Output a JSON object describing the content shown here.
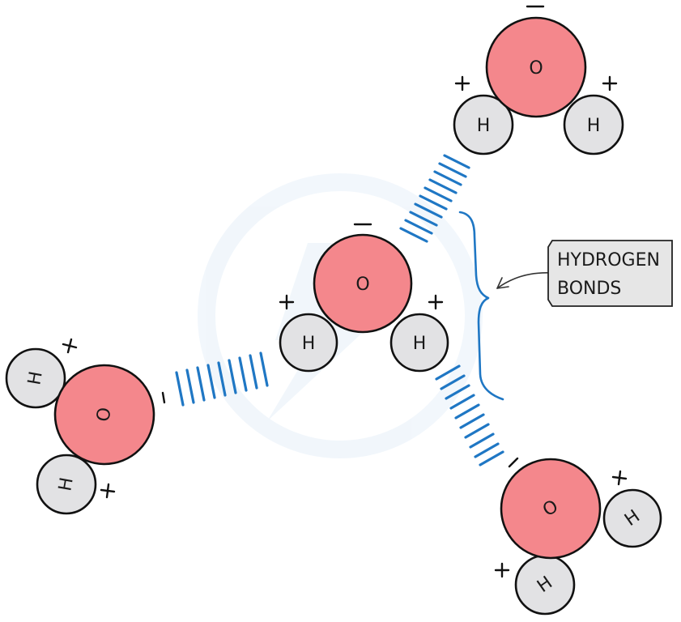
{
  "label": {
    "line1": "HYDROGEN",
    "line2": "BONDS"
  },
  "atoms": {
    "oxygen": "O",
    "hydrogen": "H"
  },
  "colors": {
    "oxygen_fill": "#f4878c",
    "hydrogen_fill": "#e2e2e4",
    "hydrogen_bond": "#1f77c4",
    "label_fill": "#e6e6e6"
  }
}
